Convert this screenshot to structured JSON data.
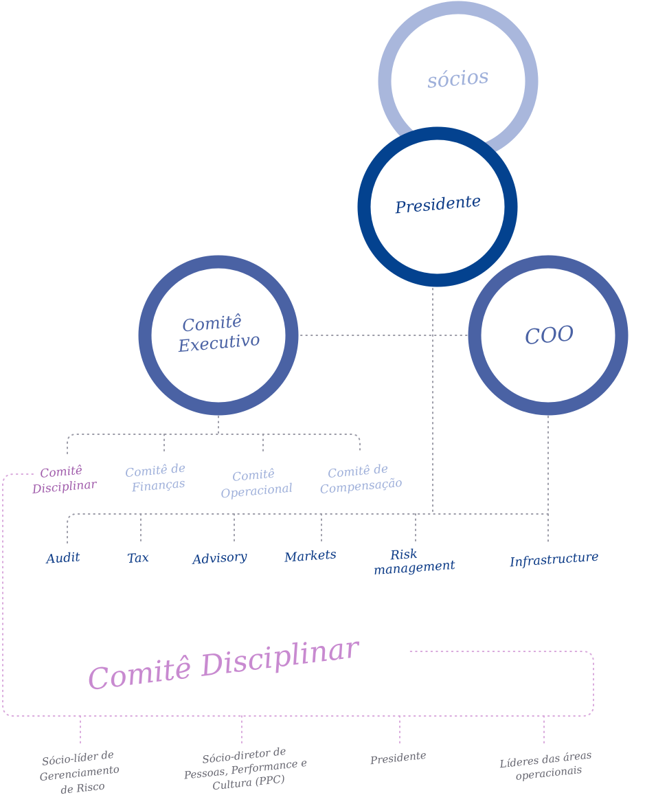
{
  "colors": {
    "socios_ring": "#a9b7dc",
    "presidente_ring": "#03428f",
    "ring": "#4a62a4",
    "dark_text": "#0b3a86",
    "light_text": "#9fb0da",
    "purple": "#c88ad0",
    "purple_dark": "#a05cab",
    "connector": "#9a9aa6"
  },
  "circles": {
    "socios": "sócios",
    "presidente": "Presidente",
    "comite_executivo": [
      "Comitê",
      "Executivo"
    ],
    "coo": "COO"
  },
  "committees": [
    {
      "lines": [
        "Comitê",
        "Disciplinar"
      ]
    },
    {
      "lines": [
        "Comitê de",
        "Finanças"
      ]
    },
    {
      "lines": [
        "Comitê",
        "Operacional"
      ]
    },
    {
      "lines": [
        "Comitê de",
        "Compensação"
      ]
    }
  ],
  "units": [
    {
      "lines": [
        "Audit"
      ]
    },
    {
      "lines": [
        "Tax"
      ]
    },
    {
      "lines": [
        "Advisory"
      ]
    },
    {
      "lines": [
        "Markets"
      ]
    },
    {
      "lines": [
        "Risk",
        "management"
      ]
    },
    {
      "lines": [
        "Infrastructure"
      ]
    }
  ],
  "disciplinar_title": "Comitê Disciplinar",
  "members": [
    {
      "lines": [
        "Sócio-líder de",
        "Gerenciamento",
        "de Risco"
      ]
    },
    {
      "lines": [
        "Sócio-diretor de",
        "Pessoas, Performance e",
        "Cultura (PPC)"
      ]
    },
    {
      "lines": [
        "Presidente"
      ]
    },
    {
      "lines": [
        "Líderes das áreas",
        "operacionais"
      ]
    }
  ]
}
